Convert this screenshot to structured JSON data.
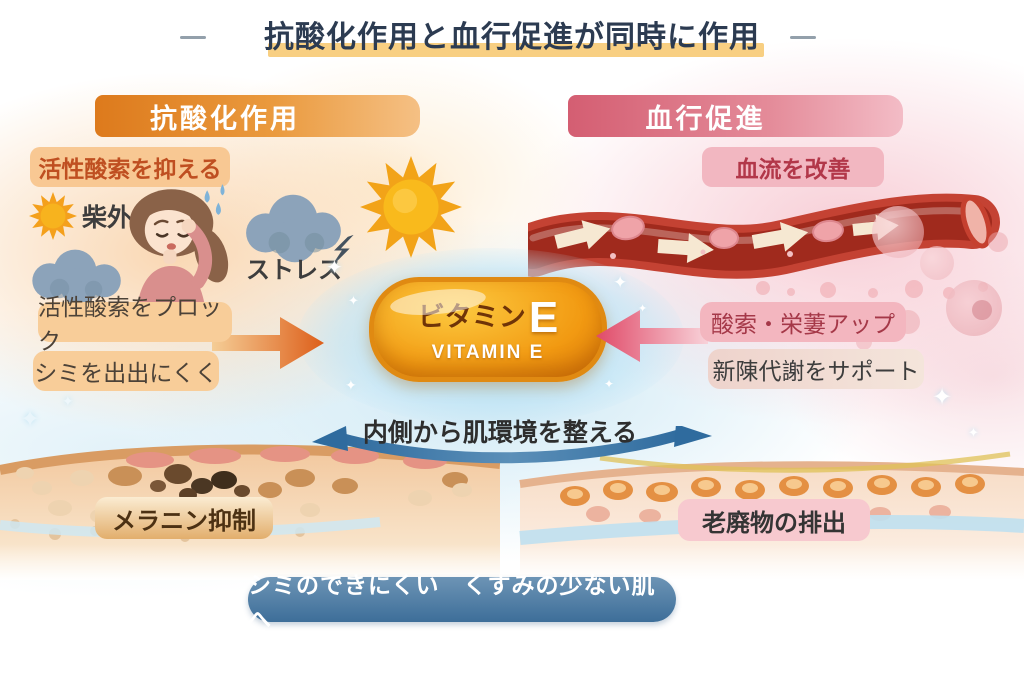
{
  "title": {
    "text": "抗酸化作用と血行促進が同時に作用"
  },
  "left_section": {
    "banner": "抗酸化作用",
    "tag": "活性酸索を抑える",
    "uv_label": "柴外線",
    "stress_label": "ストレス",
    "effect1": "活性酸索をプロック",
    "effect2": "シミを出出にくく",
    "skin_label": "メラニン抑制"
  },
  "right_section": {
    "banner": "血行促進",
    "tag": "血流を改善",
    "effect1": "酸索・栄萋アップ",
    "effect2": "新陳代謝をサポート",
    "skin_label": "老廃物の排出"
  },
  "center_section": {
    "capsule_label_jp": "ビタミン",
    "capsule_label_e": "E",
    "capsule_label_en": "VITAMIN E",
    "bridge_text": "内側から肌環境を整える",
    "conclusion": "シミのできにくい　くすみの少ない肌へ"
  },
  "colors": {
    "title_text": "#2c3b51",
    "title_highlight": "#f8cf82",
    "antioxidant_orange": "#dd7a1c",
    "circulation_pink": "#d45e72",
    "capsule_orange": "#f29a12",
    "conclusion_blue": "#3d6e99",
    "splash_blue": "#bfe4f6",
    "skin_tan": "#f2cba2",
    "melanin_brown": "#4b3723",
    "vessel_red": "#c44233"
  }
}
